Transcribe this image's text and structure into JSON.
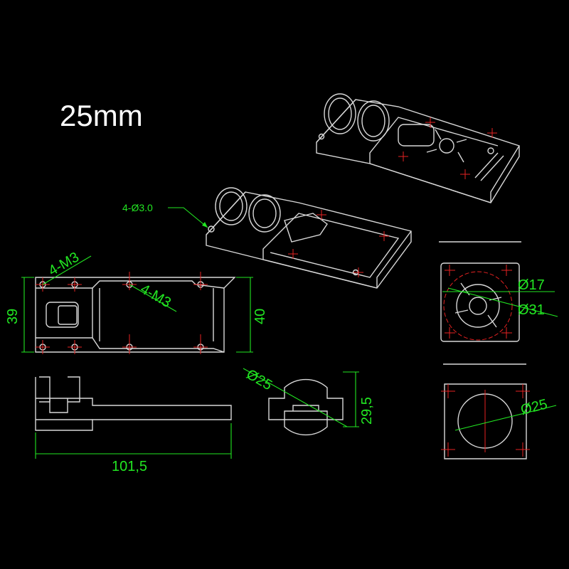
{
  "title": "25mm",
  "callouts": {
    "hole_spec": "4-Ø3.0",
    "thread_left": "4-M3",
    "thread_right": "4-M3"
  },
  "dimensions": {
    "height_39": "39",
    "width_40": "40",
    "length_101_5": "101,5",
    "clamp_diameter": "Ø25",
    "clamp_height": "29,5",
    "motor_d17": "Ø17",
    "motor_d31": "Ø31",
    "motor_d25": "Ø25"
  },
  "colors": {
    "background": "#000000",
    "outline": "#d8d8d8",
    "dimension": "#22e622",
    "centerline": "#e62222"
  }
}
